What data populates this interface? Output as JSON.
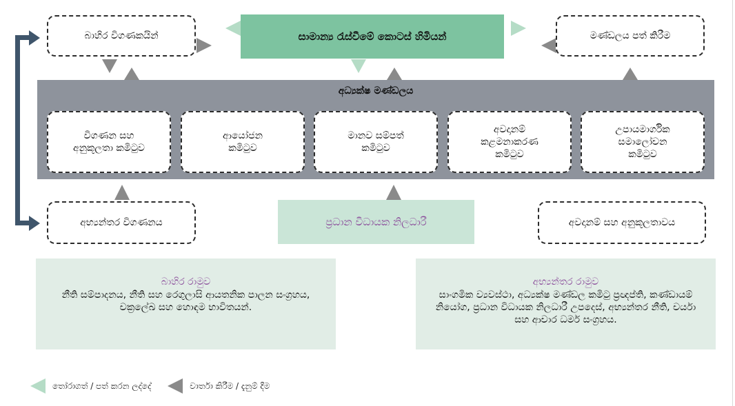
{
  "top_row": {
    "external_auditors": "බාහිර විගණකයින්",
    "shareholders_meeting": "සාමාන්‍ය රැස්වීමේ කොටස් හිමියන්",
    "board_appointment": "මණ්ඩලය පත් කිරීම"
  },
  "board": {
    "title": "අධ්‍යක්ෂ මණ්ඩලය",
    "committees": [
      {
        "label": "විගණන සහ අනුකූලතා කමිටුව"
      },
      {
        "label": "ආයෝජන කමිටුව"
      },
      {
        "label": "මානව සම්පත් කමිටුව"
      },
      {
        "label": "අවදානම් කළමනාකරණ කමිටුව"
      },
      {
        "label": "උපායමාර්ගික සමාලෝචන කමිටුව"
      }
    ]
  },
  "bottom_row": {
    "internal_audit": "අභ්‍යන්තර විගණනය",
    "ceo": "ප්‍රධාන විධායක නිලධාරී",
    "risk_compliance": "අවදානම් සහ අනුකූලතාවය"
  },
  "frameworks": {
    "external": {
      "title": "බාහිර රාමුව",
      "body": "නීති සම්පාදනය, නීති සහ රෙගුලාසි ආයතනික පාලන සංග්‍රහය, චක්‍රලේඛ සහ හොඳම භාවිතයන්."
    },
    "internal": {
      "title": "අභ්‍යන්තර රාමුව",
      "body": "සාංගමික ව්‍යවස්ථා, අධ්‍යක්ෂ මණ්ඩල කමිටු ප්‍රඥප්ති, කණ්ඩායම් නියෝග, ප්‍රධාන විධායක නිලධාරී උපදෙස්, අභ්‍යන්තර නීති, චර්යා සහ ආචාර ධර්ම සංග්‍රහය."
    }
  },
  "legend": {
    "items": [
      {
        "label": "තෝරාගත් / පත් කරන ලද්දේ",
        "icon": "green-triangle-icon",
        "color": "#b5dcc6"
      },
      {
        "label": "වාර්තා කිරීම / දැනුම් දීම",
        "icon": "grey-triangle-icon",
        "color": "#8a8a8a"
      }
    ]
  },
  "colors": {
    "board_bg": "#8e939c",
    "shareholders_bg": "#7dc3a0",
    "ceo_bg": "#cae5d7",
    "framework_bg": "#e1ede6",
    "accent_text": "#8b4d9b",
    "connector": "#3f556b",
    "report_arrow": "#8a8a8a",
    "appoint_arrow": "#b5dcc6"
  }
}
